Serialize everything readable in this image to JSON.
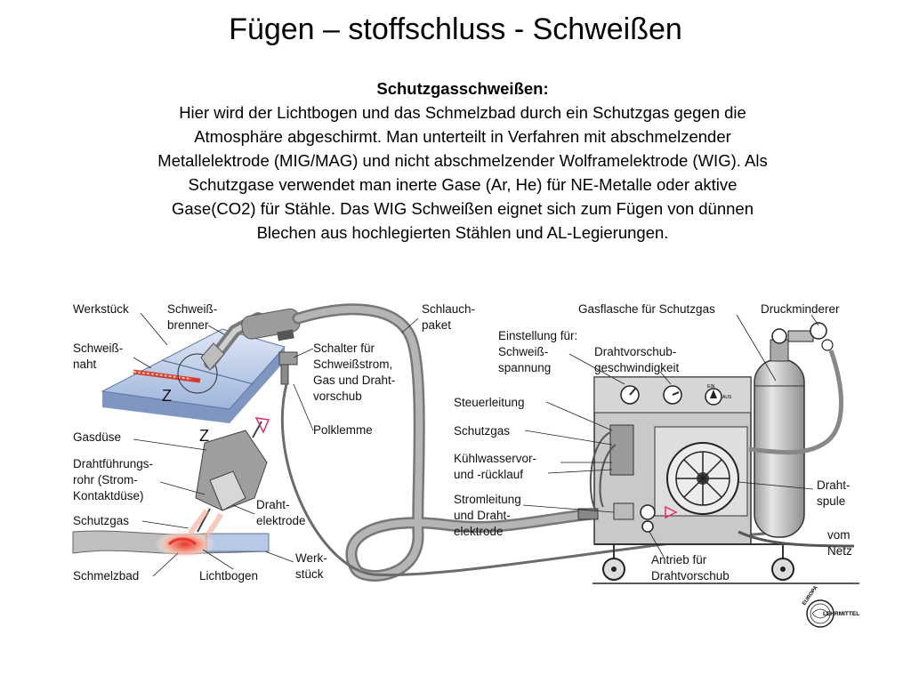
{
  "title": "Fügen – stoffschluss - Schweißen",
  "intro": {
    "heading": "Schutzgasschweißen:",
    "lines": [
      "Hier wird der Lichtbogen und das Schmelzbad durch ein Schutzgas gegen die",
      "Atmosphäre abgeschirmt. Man unterteilt in Verfahren mit abschmelzender",
      "Metallelektrode (MIG/MAG) und nicht abschmelzender Wolframelektrode (WIG). Als",
      "Schutzgase verwendet man inerte Gase (Ar, He) für NE-Metalle oder aktive",
      "Gase(CO2) für Stähle. Das WIG Schweißen eignet sich zum Fügen von dünnen",
      "Blechen aus hochlegierten Stählen und AL-Legierungen."
    ]
  },
  "labels": {
    "werkstueck": "Werkstück",
    "schweissnaht": [
      "Schweiß-",
      "naht"
    ],
    "schweissbrenner": [
      "Schweiß-",
      "brenner"
    ],
    "schlauchpaket": [
      "Schlauch-",
      "paket"
    ],
    "schalter": [
      "Schalter für",
      "Schweißstrom,",
      "Gas und Draht-",
      "vorschub"
    ],
    "polklemme": "Polklemme",
    "z_top": "Z",
    "z_detail": "Z",
    "gasduese": "Gasdüse",
    "drahtfuehrungsrohr": [
      "Drahtführungs-",
      "rohr (Strom-",
      "Kontaktdüse)"
    ],
    "schutzgas_left": "Schutzgas",
    "drahtelektrode": [
      "Draht-",
      "elektrode"
    ],
    "schmelzbad": "Schmelzbad",
    "lichtbogen": "Lichtbogen",
    "werkstueck2": [
      "Werk-",
      "stück"
    ],
    "einstellung": [
      "Einstellung für:",
      "Schweiß-",
      "spannung"
    ],
    "drahtvorschub_geschw": [
      "Drahtvorschub-",
      "geschwindigkeit"
    ],
    "gasflasche": "Gasflasche für Schutzgas",
    "druckminderer": "Druckminderer",
    "steuerleitung": "Steuerleitung",
    "schutzgas_right": "Schutzgas",
    "kuehlwasser": [
      "Kühlwasservor-",
      "und  -rücklauf"
    ],
    "stromleitung": [
      "Stromleitung",
      "und Draht-",
      "elektrode"
    ],
    "drahtspule": [
      "Draht-",
      "spule"
    ],
    "vom_netz": [
      "vom",
      "Netz"
    ],
    "antrieb": [
      "Antrieb für",
      "Drahtvorschub"
    ],
    "switch_ein": "EIN",
    "switch_aus": "AUS"
  },
  "logo": {
    "top": "EUROPA",
    "side": "LEHRMITTEL"
  },
  "colors": {
    "metal": "#b8c9e6",
    "metal_dark": "#7f97c0",
    "machine": "#c9c9c9",
    "hose": "#a9a9a9",
    "arc": "#e8372c",
    "glow": "#f6b3a0",
    "arrow": "#e0306e"
  }
}
